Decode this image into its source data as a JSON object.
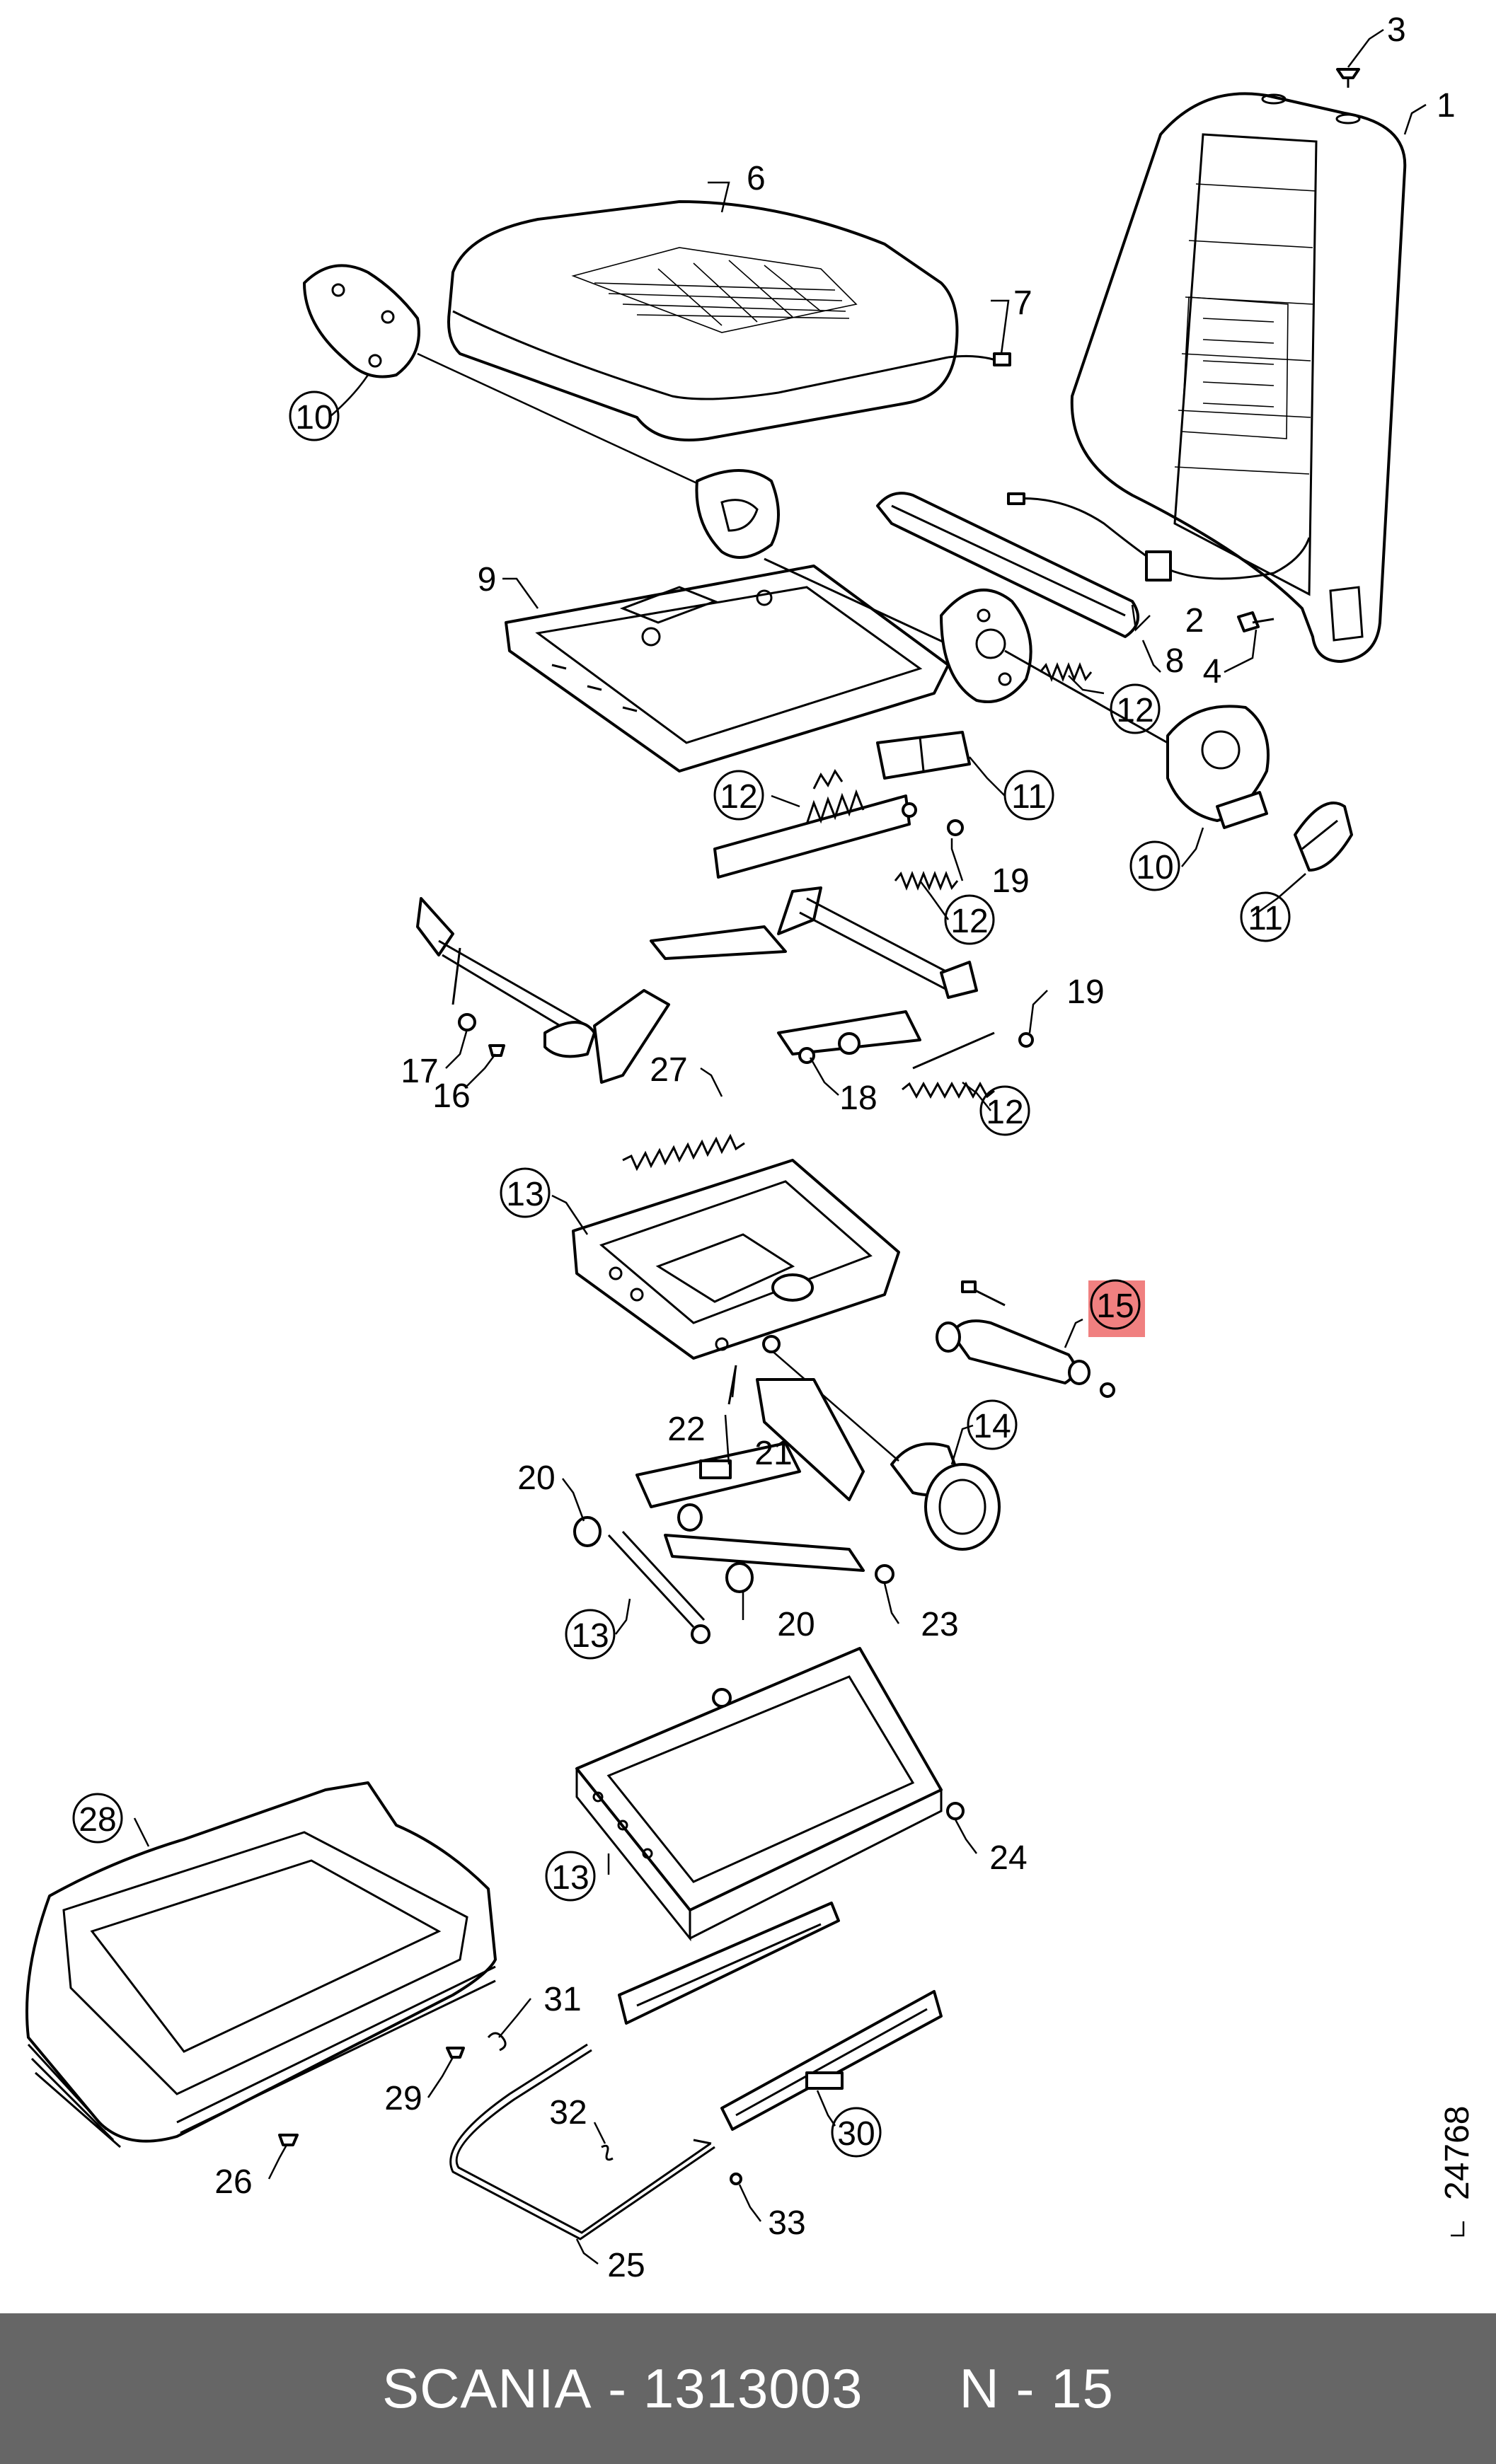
{
  "footer": {
    "brand": "SCANIA",
    "separator": " - ",
    "part_number": "1313003",
    "position_label": "N - 15"
  },
  "drawing_number": "24768",
  "highlight_color": "#f08080",
  "highlighted_callout": "15",
  "callouts": [
    {
      "id": "c1",
      "text": "1",
      "circled": false
    },
    {
      "id": "c2",
      "text": "2",
      "circled": false
    },
    {
      "id": "c3",
      "text": "3",
      "circled": false
    },
    {
      "id": "c4",
      "text": "4",
      "circled": false
    },
    {
      "id": "c6",
      "text": "6",
      "circled": false
    },
    {
      "id": "c7",
      "text": "7",
      "circled": false
    },
    {
      "id": "c8",
      "text": "8",
      "circled": false
    },
    {
      "id": "c9",
      "text": "9",
      "circled": false
    },
    {
      "id": "c10a",
      "text": "10",
      "circled": true
    },
    {
      "id": "c10b",
      "text": "10",
      "circled": true
    },
    {
      "id": "c11a",
      "text": "11",
      "circled": true
    },
    {
      "id": "c11b",
      "text": "11",
      "circled": true
    },
    {
      "id": "c12a",
      "text": "12",
      "circled": true
    },
    {
      "id": "c12b",
      "text": "12",
      "circled": true
    },
    {
      "id": "c12c",
      "text": "12",
      "circled": true
    },
    {
      "id": "c12d",
      "text": "12",
      "circled": true
    },
    {
      "id": "c13a",
      "text": "13",
      "circled": true
    },
    {
      "id": "c13b",
      "text": "13",
      "circled": true
    },
    {
      "id": "c13c",
      "text": "13",
      "circled": true
    },
    {
      "id": "c14",
      "text": "14",
      "circled": true
    },
    {
      "id": "c15",
      "text": "15",
      "circled": true
    },
    {
      "id": "c16",
      "text": "16",
      "circled": false
    },
    {
      "id": "c17",
      "text": "17",
      "circled": false
    },
    {
      "id": "c18",
      "text": "18",
      "circled": false
    },
    {
      "id": "c19a",
      "text": "19",
      "circled": false
    },
    {
      "id": "c19b",
      "text": "19",
      "circled": false
    },
    {
      "id": "c20a",
      "text": "20",
      "circled": false
    },
    {
      "id": "c20b",
      "text": "20",
      "circled": false
    },
    {
      "id": "c21",
      "text": "21",
      "circled": false
    },
    {
      "id": "c22",
      "text": "22",
      "circled": false
    },
    {
      "id": "c23",
      "text": "23",
      "circled": false
    },
    {
      "id": "c24",
      "text": "24",
      "circled": false
    },
    {
      "id": "c25",
      "text": "25",
      "circled": false
    },
    {
      "id": "c26",
      "text": "26",
      "circled": true
    },
    {
      "id": "c27",
      "text": "27",
      "circled": false
    },
    {
      "id": "c28",
      "text": "28",
      "circled": false
    },
    {
      "id": "c29",
      "text": "29",
      "circled": true
    },
    {
      "id": "c30",
      "text": "30",
      "circled": false
    },
    {
      "id": "c31",
      "text": "31",
      "circled": false
    },
    {
      "id": "c32",
      "text": "32",
      "circled": false
    },
    {
      "id": "c33",
      "text": "33",
      "circled": false
    }
  ]
}
